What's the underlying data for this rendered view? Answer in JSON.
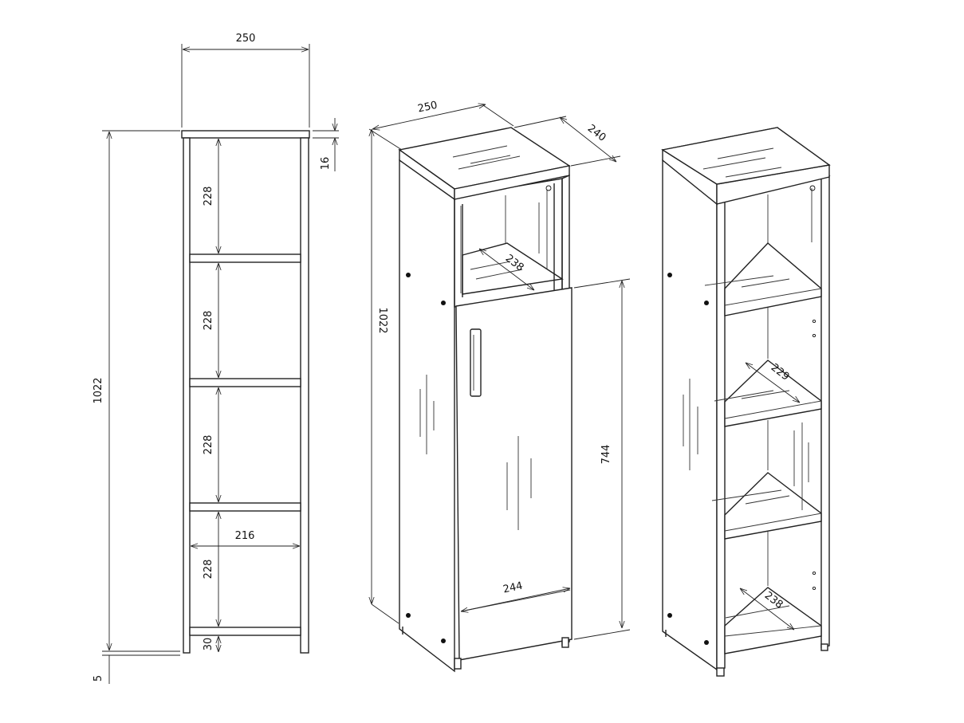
{
  "colors": {
    "line": "#222222",
    "background": "#ffffff"
  },
  "front_view": {
    "width": "250",
    "height": "1022",
    "top_thickness": "16",
    "compartment_heights": [
      "228",
      "228",
      "228",
      "228"
    ],
    "inner_width": "216",
    "plinth": "30",
    "foot": "5"
  },
  "cabinet_view": {
    "width": "250",
    "depth": "240",
    "height": "1022",
    "niche_depth": "238",
    "door_height": "744",
    "door_width": "244"
  },
  "open_shelf_view": {
    "shelf_depth": "229",
    "bottom_depth": "238"
  }
}
